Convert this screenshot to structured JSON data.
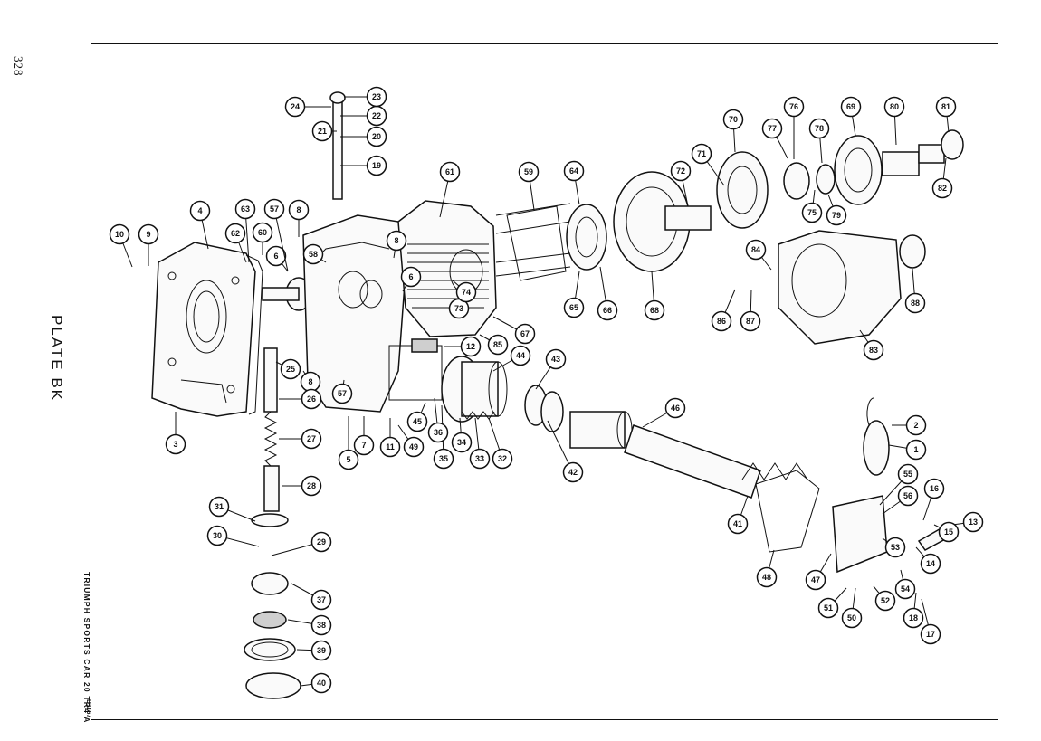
{
  "page": {
    "number": "328",
    "plate_title": "PLATE BK",
    "caption": "TRIUMPH  SPORTS  CAR  20  TR4 A",
    "reference": "B1167"
  },
  "callouts": [
    {
      "label": "1"
    },
    {
      "label": "2"
    },
    {
      "label": "3"
    },
    {
      "label": "4"
    },
    {
      "label": "5"
    },
    {
      "label": "6"
    },
    {
      "label": "6"
    },
    {
      "label": "7"
    },
    {
      "label": "8"
    },
    {
      "label": "8"
    },
    {
      "label": "8"
    },
    {
      "label": "9"
    },
    {
      "label": "10"
    },
    {
      "label": "11"
    },
    {
      "label": "12"
    },
    {
      "label": "13"
    },
    {
      "label": "14"
    },
    {
      "label": "15"
    },
    {
      "label": "16"
    },
    {
      "label": "17"
    },
    {
      "label": "18"
    },
    {
      "label": "19"
    },
    {
      "label": "20"
    },
    {
      "label": "21"
    },
    {
      "label": "22"
    },
    {
      "label": "23"
    },
    {
      "label": "24"
    },
    {
      "label": "25"
    },
    {
      "label": "26"
    },
    {
      "label": "27"
    },
    {
      "label": "28"
    },
    {
      "label": "29"
    },
    {
      "label": "30"
    },
    {
      "label": "31"
    },
    {
      "label": "32"
    },
    {
      "label": "33"
    },
    {
      "label": "34"
    },
    {
      "label": "35"
    },
    {
      "label": "36"
    },
    {
      "label": "37"
    },
    {
      "label": "38"
    },
    {
      "label": "39"
    },
    {
      "label": "40"
    },
    {
      "label": "41"
    },
    {
      "label": "42"
    },
    {
      "label": "43"
    },
    {
      "label": "44"
    },
    {
      "label": "45"
    },
    {
      "label": "46"
    },
    {
      "label": "47"
    },
    {
      "label": "48"
    },
    {
      "label": "49"
    },
    {
      "label": "50"
    },
    {
      "label": "51"
    },
    {
      "label": "52"
    },
    {
      "label": "53"
    },
    {
      "label": "54"
    },
    {
      "label": "55"
    },
    {
      "label": "56"
    },
    {
      "label": "57"
    },
    {
      "label": "57"
    },
    {
      "label": "58"
    },
    {
      "label": "59"
    },
    {
      "label": "60"
    },
    {
      "label": "61"
    },
    {
      "label": "62"
    },
    {
      "label": "63"
    },
    {
      "label": "64"
    },
    {
      "label": "65"
    },
    {
      "label": "66"
    },
    {
      "label": "67"
    },
    {
      "label": "68"
    },
    {
      "label": "69"
    },
    {
      "label": "70"
    },
    {
      "label": "71"
    },
    {
      "label": "72"
    },
    {
      "label": "73"
    },
    {
      "label": "74"
    },
    {
      "label": "75"
    },
    {
      "label": "76"
    },
    {
      "label": "77"
    },
    {
      "label": "78"
    },
    {
      "label": "79"
    },
    {
      "label": "80"
    },
    {
      "label": "81"
    },
    {
      "label": "82"
    },
    {
      "label": "83"
    },
    {
      "label": "84"
    },
    {
      "label": "85"
    },
    {
      "label": "86"
    },
    {
      "label": "87"
    },
    {
      "label": "88"
    }
  ]
}
